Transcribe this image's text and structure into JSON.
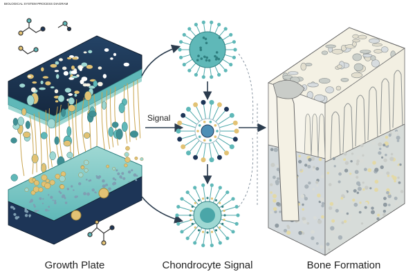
{
  "header_text": "BIOLOGICAL SYSTEM PROCESS DIAGRAM",
  "panels": {
    "left_label": "Growth Plate",
    "middle_label": "Chondrocyte Signal",
    "right_label": "Bone Formation"
  },
  "annotations": {
    "signal_label": "Signal"
  },
  "colors": {
    "navy": "#1d3557",
    "teal": "#5fb8b8",
    "teal_light": "#9fd8d3",
    "gold": "#e2c274",
    "bone": "#f4f1e4",
    "gray_cell": "#b8c2c8",
    "arrow": "#2a3b4d"
  },
  "icons": [
    "molecule-icon",
    "cell-cluster-icon",
    "arrow-icon"
  ]
}
